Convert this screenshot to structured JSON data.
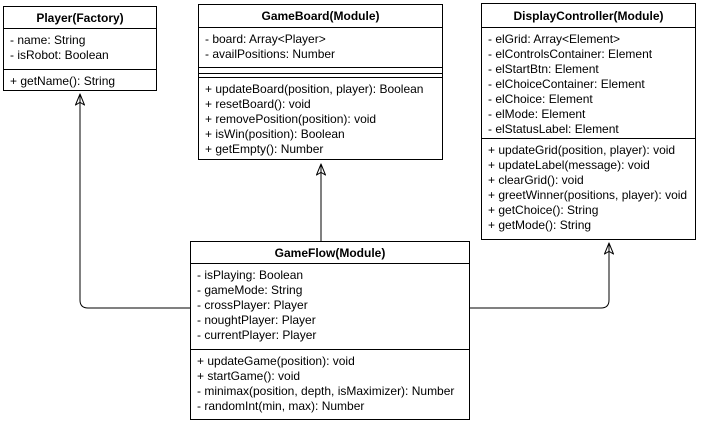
{
  "diagram": {
    "type": "uml-class-diagram",
    "colors": {
      "stroke": "#000000",
      "fill": "#ffffff",
      "text": "#000000"
    },
    "classes": [
      {
        "title": "Player(Factory)",
        "attributes": [
          "- name: String",
          "- isRobot: Boolean"
        ],
        "methods": [
          "+ getName(): String"
        ]
      },
      {
        "title": "GameBoard(Module)",
        "attributes": [
          "- board: Array<Player>",
          "- availPositions: Number"
        ],
        "methods": [
          "+ updateBoard(position, player): Boolean",
          "+ resetBoard(): void",
          "+ removePosition(position): void",
          "+ isWin(position): Boolean",
          "+ getEmpty(): Number"
        ]
      },
      {
        "title": "DisplayController(Module)",
        "attributes": [
          "- elGrid: Array<Element>",
          "- elControlsContainer: Element",
          "- elStartBtn: Element",
          "- elChoiceContainer: Element",
          "- elChoice: Element",
          "- elMode: Element",
          "- elStatusLabel: Element"
        ],
        "methods": [
          "+ updateGrid(position, player): void",
          "+ updateLabel(message): void",
          "+ clearGrid(): void",
          "+ greetWinner(positions, player): void",
          "+ getChoice(): String",
          "+ getMode(): String"
        ]
      },
      {
        "title": "GameFlow(Module)",
        "attributes": [
          "- isPlaying: Boolean",
          "- gameMode: String",
          "- crossPlayer: Player",
          "- noughtPlayer: Player",
          "- currentPlayer: Player"
        ],
        "methods": [
          "+ updateGame(position): void",
          "+ startGame(): void",
          "- minimax(position, depth, isMaximizer): Number",
          "- randomInt(min, max): Number"
        ]
      }
    ],
    "connectors": [
      {
        "from": "GameFlow(Module)",
        "to": "Player(Factory)",
        "arrow": "classic"
      },
      {
        "from": "GameFlow(Module)",
        "to": "GameBoard(Module)",
        "arrow": "classic"
      },
      {
        "from": "GameFlow(Module)",
        "to": "DisplayController(Module)",
        "arrow": "classic"
      }
    ]
  }
}
